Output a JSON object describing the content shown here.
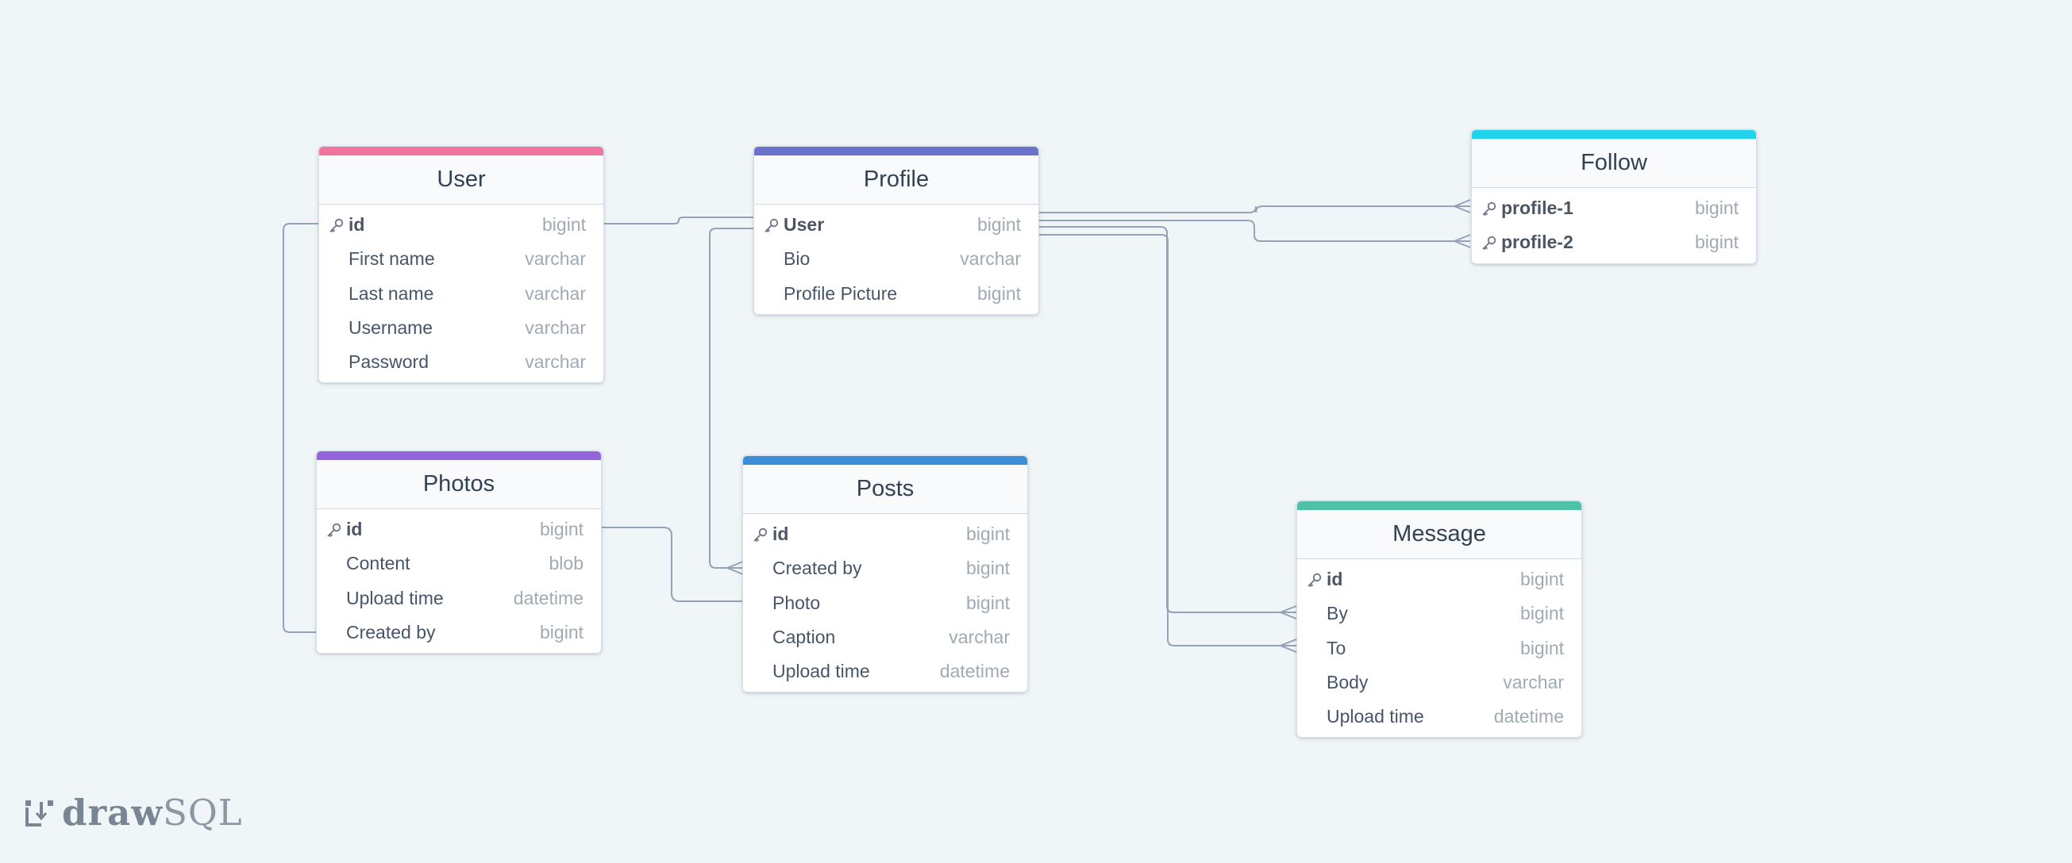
{
  "app": {
    "logo_bold": "draw",
    "logo_light": "SQL"
  },
  "colors": {
    "canvas": "#f0f5f8",
    "link": "#94a3b8",
    "user": "#f0739b",
    "profile": "#6a72cc",
    "follow": "#22d3ee",
    "photos": "#9464dd",
    "posts": "#3a8dd6",
    "message": "#4fc1a8"
  },
  "tables": {
    "user": {
      "name": "User",
      "columns": [
        {
          "name": "id",
          "type": "bigint",
          "pk": true
        },
        {
          "name": "First name",
          "type": "varchar",
          "pk": false
        },
        {
          "name": "Last name",
          "type": "varchar",
          "pk": false
        },
        {
          "name": "Username",
          "type": "varchar",
          "pk": false
        },
        {
          "name": "Password",
          "type": "varchar",
          "pk": false
        }
      ]
    },
    "profile": {
      "name": "Profile",
      "columns": [
        {
          "name": "User",
          "type": "bigint",
          "pk": true
        },
        {
          "name": "Bio",
          "type": "varchar",
          "pk": false
        },
        {
          "name": "Profile Picture",
          "type": "bigint",
          "pk": false
        }
      ]
    },
    "follow": {
      "name": "Follow",
      "columns": [
        {
          "name": "profile-1",
          "type": "bigint",
          "pk": true
        },
        {
          "name": "profile-2",
          "type": "bigint",
          "pk": true
        }
      ]
    },
    "photos": {
      "name": "Photos",
      "columns": [
        {
          "name": "id",
          "type": "bigint",
          "pk": true
        },
        {
          "name": "Content",
          "type": "blob",
          "pk": false
        },
        {
          "name": "Upload time",
          "type": "datetime",
          "pk": false
        },
        {
          "name": "Created by",
          "type": "bigint",
          "pk": false
        }
      ]
    },
    "posts": {
      "name": "Posts",
      "columns": [
        {
          "name": "id",
          "type": "bigint",
          "pk": true
        },
        {
          "name": "Created by",
          "type": "bigint",
          "pk": false
        },
        {
          "name": "Photo",
          "type": "bigint",
          "pk": false
        },
        {
          "name": "Caption",
          "type": "varchar",
          "pk": false
        },
        {
          "name": "Upload time",
          "type": "datetime",
          "pk": false
        }
      ]
    },
    "message": {
      "name": "Message",
      "columns": [
        {
          "name": "id",
          "type": "bigint",
          "pk": true
        },
        {
          "name": "By",
          "type": "bigint",
          "pk": false
        },
        {
          "name": "To",
          "type": "bigint",
          "pk": false
        },
        {
          "name": "Body",
          "type": "varchar",
          "pk": false
        },
        {
          "name": "Upload time",
          "type": "datetime",
          "pk": false
        }
      ]
    }
  },
  "relationships": [
    {
      "from": "user.id",
      "to": "profile.User"
    },
    {
      "from": "user.id",
      "to": "photos.Created by"
    },
    {
      "from": "profile.User",
      "to": "follow.profile-1"
    },
    {
      "from": "profile.User",
      "to": "follow.profile-2"
    },
    {
      "from": "profile.User",
      "to": "posts.Created by"
    },
    {
      "from": "profile.User",
      "to": "message.By"
    },
    {
      "from": "profile.User",
      "to": "message.To"
    },
    {
      "from": "photos.id",
      "to": "posts.Photo"
    }
  ]
}
